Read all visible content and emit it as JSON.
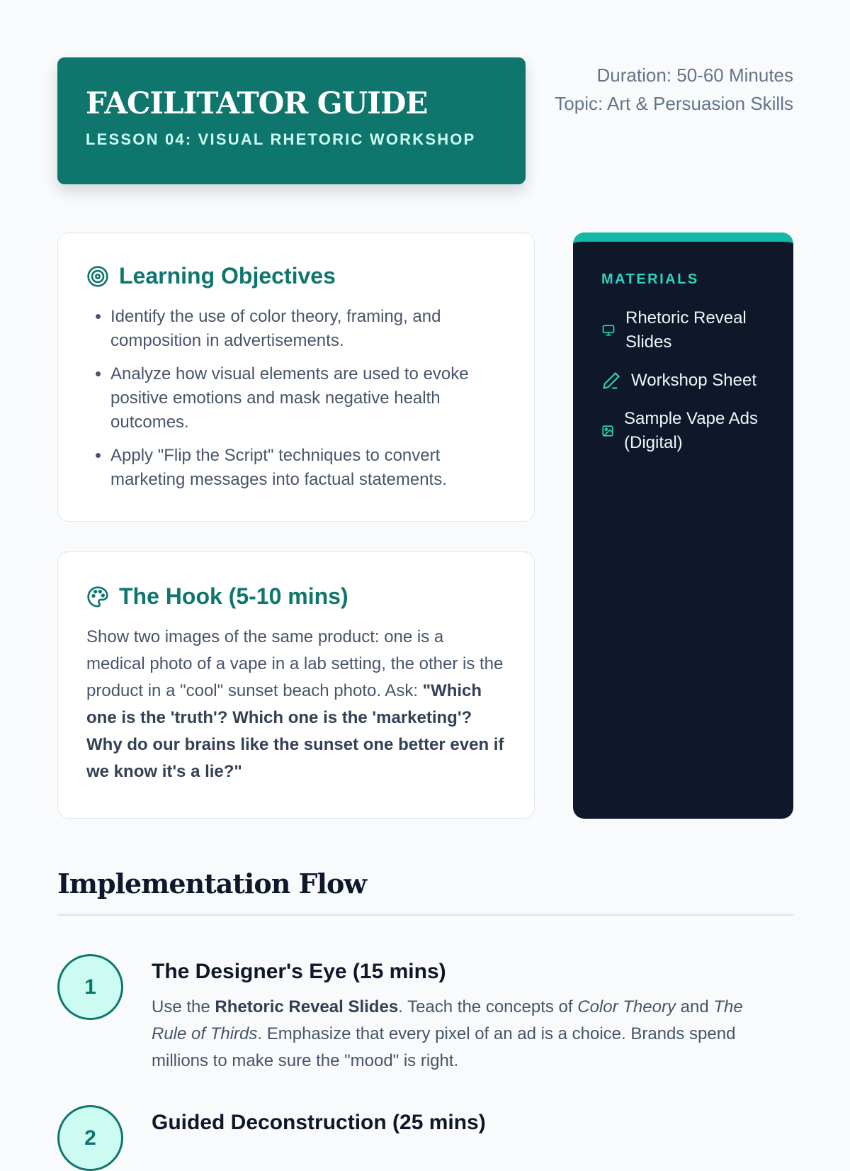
{
  "header": {
    "title": "FACILITATOR GUIDE",
    "subtitle": "LESSON 04: VISUAL RHETORIC WORKSHOP",
    "duration": "Duration: 50-60 Minutes",
    "topic": "Topic: Art & Persuasion Skills"
  },
  "objectives": {
    "title": "Learning Objectives",
    "items": [
      "Identify the use of color theory, framing, and composition in advertisements.",
      "Analyze how visual elements are used to evoke positive emotions and mask negative health outcomes.",
      "Apply \"Flip the Script\" techniques to convert marketing messages into factual statements."
    ]
  },
  "hook": {
    "title": "The Hook (5-10 mins)",
    "text": "Show two images of the same product: one is a medical photo of a vape in a lab setting, the other is the product in a \"cool\" sunset beach photo. Ask: ",
    "question": "\"Which one is the 'truth'? Which one is the 'marketing'? Why do our brains like the sunset one better even if we know it's a lie?\""
  },
  "materials": {
    "title": "MATERIALS",
    "items": [
      {
        "label": "Rhetoric Reveal Slides",
        "icon": "monitor-icon"
      },
      {
        "label": "Workshop Sheet",
        "icon": "pencil-icon"
      },
      {
        "label": "Sample Vape Ads (Digital)",
        "icon": "image-icon"
      }
    ]
  },
  "flow": {
    "title": "Implementation Flow",
    "steps": [
      {
        "number": "1",
        "title": "The Designer's Eye (15 mins)",
        "p1": "Use the ",
        "b1": "Rhetoric Reveal Slides",
        "p2": ". Teach the concepts of ",
        "i1": "Color Theory",
        "p3": " and ",
        "i2": "The Rule of Thirds",
        "p4": ". Emphasize that every pixel of an ad is a choice. Brands spend millions to make sure the \"mood\" is right."
      },
      {
        "number": "2",
        "title": "Guided Deconstruction (25 mins)"
      }
    ]
  },
  "colors": {
    "primary": "#0f766e",
    "accent": "#14b8a6",
    "dark": "#0f172a"
  }
}
